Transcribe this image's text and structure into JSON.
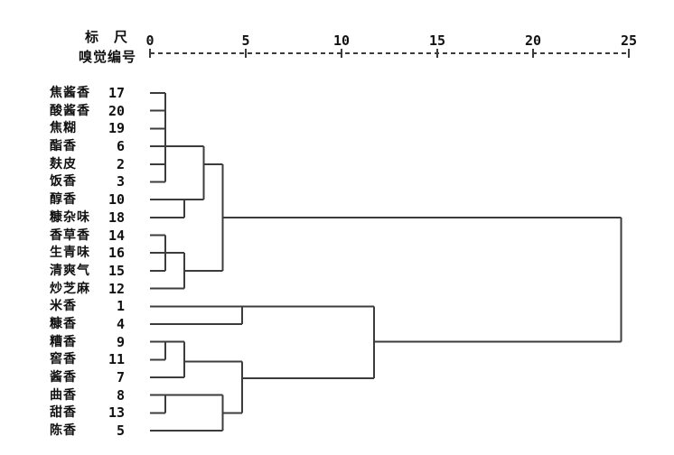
{
  "header": {
    "scale_label": "标　尺",
    "row_id_label": "嗅觉编号"
  },
  "colors": {
    "line": "#3c3c3c",
    "text": "#111111",
    "background": "#ffffff"
  },
  "chart_data": {
    "type": "dendrogram",
    "orientation": "horizontal",
    "axis": {
      "label": "标 尺",
      "secondary_label": "嗅觉编号",
      "min": 0,
      "max": 25,
      "ticks": [
        0,
        5,
        10,
        15,
        20,
        25
      ],
      "style": "dashed-plus"
    },
    "leaves": [
      {
        "label": "焦酱香",
        "id": "17"
      },
      {
        "label": "酸酱香",
        "id": "20"
      },
      {
        "label": "焦糊",
        "id": "19"
      },
      {
        "label": "酯香",
        "id": "6"
      },
      {
        "label": "麸皮",
        "id": "2"
      },
      {
        "label": "饭香",
        "id": "3"
      },
      {
        "label": "醇香",
        "id": "10"
      },
      {
        "label": "糠杂味",
        "id": "18"
      },
      {
        "label": "香草香",
        "id": "14"
      },
      {
        "label": "生青味",
        "id": "16"
      },
      {
        "label": "清爽气",
        "id": "15"
      },
      {
        "label": "炒芝麻",
        "id": "12"
      },
      {
        "label": "米香",
        "id": "1"
      },
      {
        "label": "糠香",
        "id": "4"
      },
      {
        "label": "糟香",
        "id": "9"
      },
      {
        "label": "窖香",
        "id": "11"
      },
      {
        "label": "酱香",
        "id": "7"
      },
      {
        "label": "曲香",
        "id": "8"
      },
      {
        "label": "甜香",
        "id": "13"
      },
      {
        "label": "陈香",
        "id": "5"
      }
    ],
    "tree": {
      "distance": 24.6,
      "children": [
        {
          "distance": 3.8,
          "children": [
            {
              "distance": 2.8,
              "children": [
                {
                  "distance": 0.8,
                  "children": [
                    "17 焦酱香",
                    "20 酸酱香",
                    "19 焦糊",
                    "6 酯香",
                    "2 麸皮",
                    "3 饭香"
                  ]
                },
                {
                  "distance": 1.8,
                  "children": [
                    "10 醇香",
                    "18 糠杂味"
                  ]
                }
              ]
            },
            {
              "distance": 1.8,
              "children": [
                {
                  "distance": 0.8,
                  "children": [
                    "14 香草香",
                    "16 生青味",
                    "15 清爽气"
                  ]
                },
                "12 炒芝麻"
              ]
            }
          ]
        },
        {
          "distance": 11.7,
          "children": [
            {
              "distance": 4.8,
              "children": [
                "1 米香",
                "4 糠香"
              ]
            },
            {
              "distance": 4.8,
              "children": [
                {
                  "distance": 1.8,
                  "children": [
                    {
                      "distance": 0.8,
                      "children": [
                        "9 糟香",
                        "11 窖香"
                      ]
                    },
                    "7 酱香"
                  ]
                },
                {
                  "distance": 3.8,
                  "children": [
                    {
                      "distance": 0.8,
                      "children": [
                        "8 曲香",
                        "13 甜香"
                      ]
                    },
                    "5 陈香"
                  ]
                }
              ]
            }
          ]
        }
      ]
    },
    "segments": {
      "h": [
        [
          0,
          0.8,
          1
        ],
        [
          0,
          0.8,
          2
        ],
        [
          0,
          0.8,
          3
        ],
        [
          0,
          2.8,
          4
        ],
        [
          0,
          0.8,
          5
        ],
        [
          2.8,
          3.8,
          5
        ],
        [
          0,
          0.8,
          6
        ],
        [
          0,
          2.8,
          7
        ],
        [
          0,
          1.8,
          8
        ],
        [
          3.8,
          24.6,
          8
        ],
        [
          0,
          0.8,
          9
        ],
        [
          0,
          1.8,
          10
        ],
        [
          0,
          0.8,
          11
        ],
        [
          1.8,
          3.8,
          11
        ],
        [
          0,
          1.8,
          12
        ],
        [
          0,
          4.8,
          13
        ],
        [
          4.8,
          11.7,
          13
        ],
        [
          0,
          4.8,
          14
        ],
        [
          0,
          1.8,
          15
        ],
        [
          11.7,
          24.6,
          15
        ],
        [
          0,
          0.8,
          16
        ],
        [
          1.8,
          4.8,
          16.1
        ],
        [
          0,
          1.8,
          17
        ],
        [
          4.8,
          11.7,
          17.05
        ],
        [
          0,
          3.8,
          18
        ],
        [
          0,
          0.8,
          19
        ],
        [
          3.8,
          4.8,
          19
        ],
        [
          0,
          3.8,
          20
        ]
      ],
      "v": [
        [
          0.8,
          1,
          6
        ],
        [
          2.8,
          4,
          7
        ],
        [
          1.8,
          7,
          8
        ],
        [
          3.8,
          5,
          11
        ],
        [
          0.8,
          9,
          11
        ],
        [
          1.8,
          10,
          12
        ],
        [
          24.6,
          8,
          15
        ],
        [
          4.8,
          13,
          14
        ],
        [
          11.7,
          13,
          17.05
        ],
        [
          0.8,
          15,
          16
        ],
        [
          1.8,
          15,
          17
        ],
        [
          4.8,
          16.1,
          19
        ],
        [
          0.8,
          18,
          19
        ],
        [
          3.8,
          18,
          20
        ]
      ]
    }
  }
}
